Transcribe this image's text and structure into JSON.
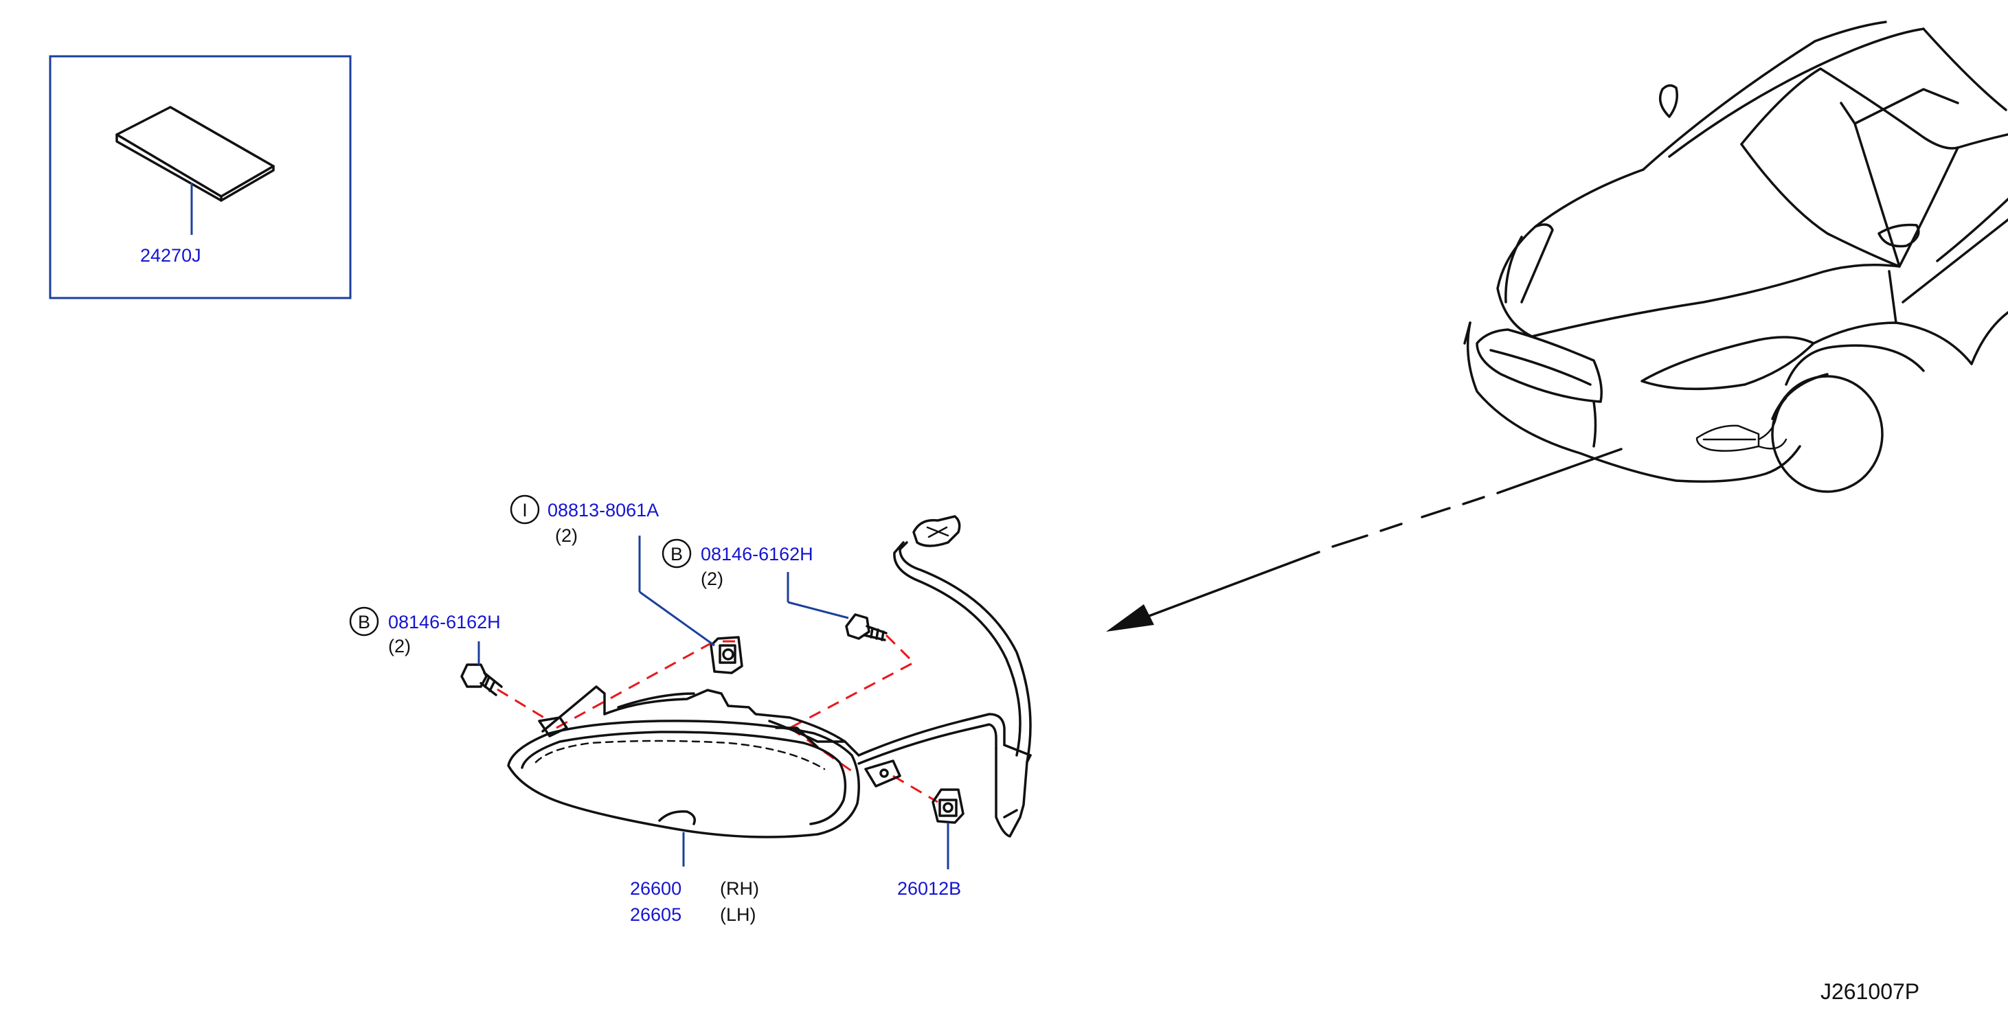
{
  "labels": {
    "inset_part": "24270J",
    "clip_part": "08813-8061A",
    "clip_qty": "(2)",
    "bolt_top_part": "08146-6162H",
    "bolt_top_qty": "(2)",
    "bolt_left_part": "08146-6162H",
    "bolt_left_qty": "(2)",
    "lamp_rh_part": "26600",
    "lamp_rh_side": "(RH)",
    "lamp_lh_part": "26605",
    "lamp_lh_side": "(LH)",
    "nut_part": "26012B",
    "diagram_code": "J261007P"
  },
  "callouts": {
    "clip_symbol": "I",
    "bolt_top_symbol": "B",
    "bolt_left_symbol": "B"
  },
  "colors": {
    "part_number": "#1414d2",
    "leader_line": "#1c3f9c",
    "dashed_line": "#e8181c",
    "outline": "#111111"
  }
}
